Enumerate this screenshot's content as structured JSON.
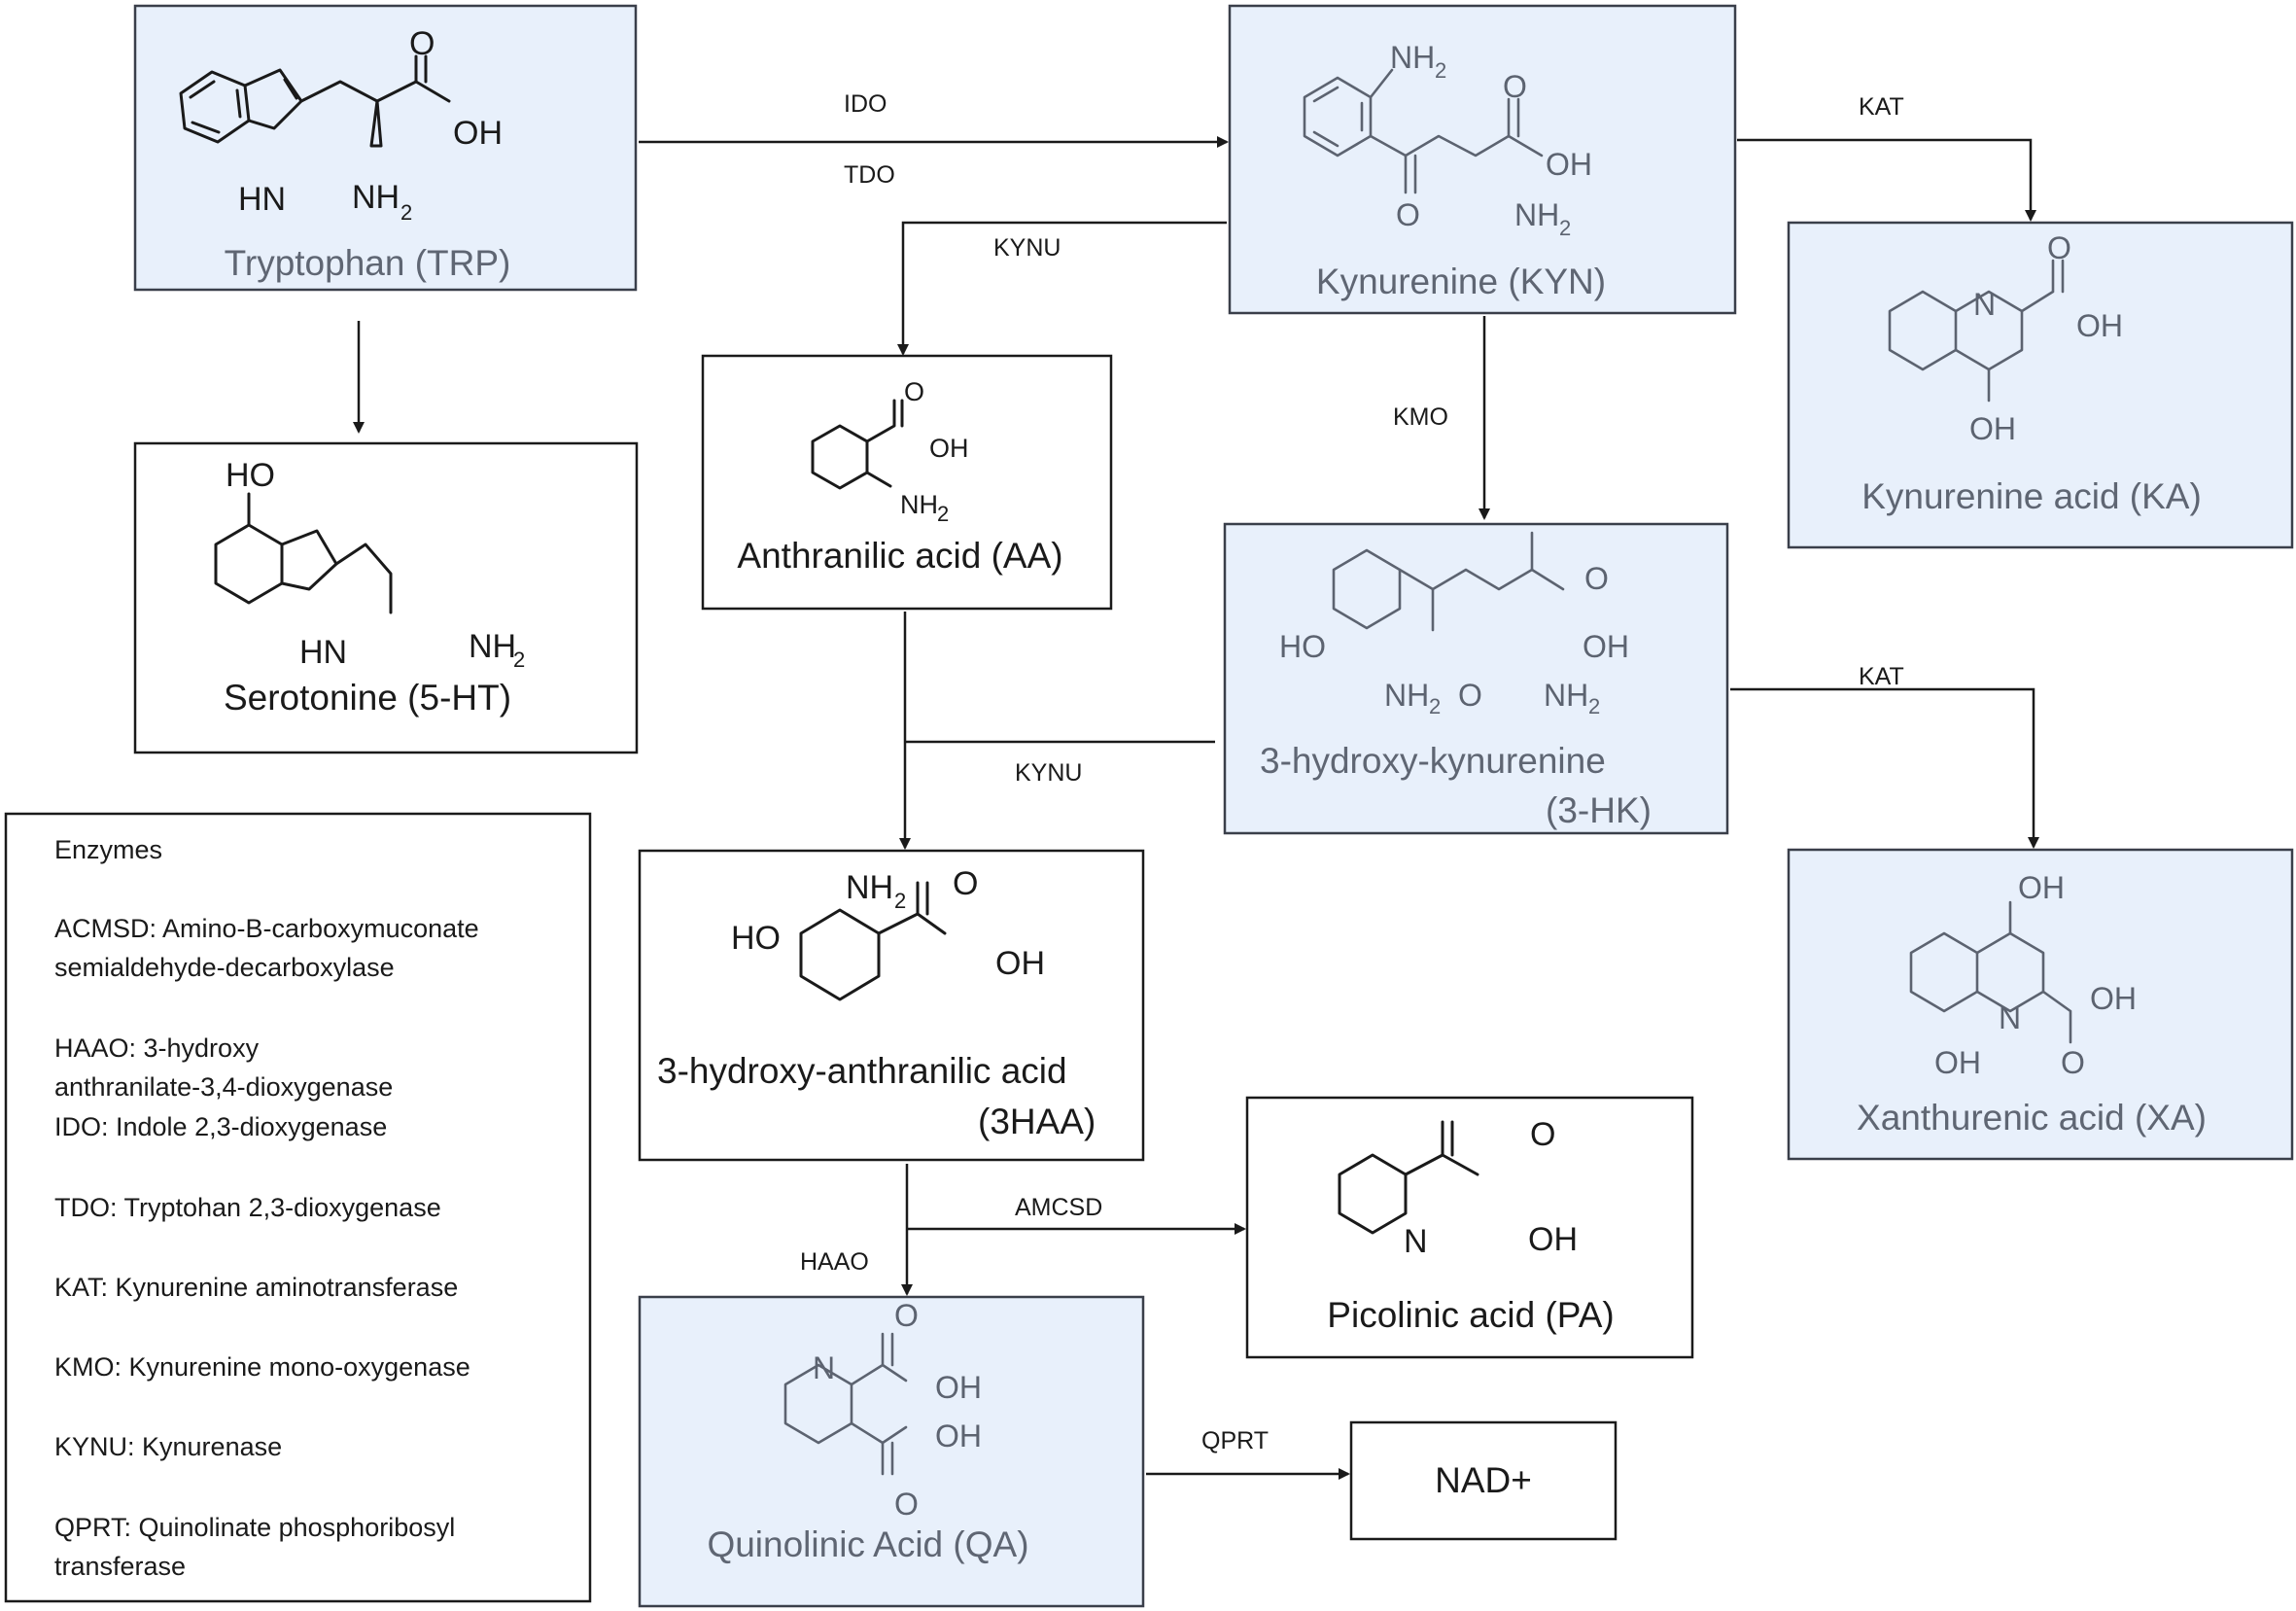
{
  "nodes": {
    "trp": "Tryptophan (TRP)",
    "kyn": "Kynurenine (KYN)",
    "ka": "Kynurenine acid (KA)",
    "serotonin": "Serotonine (5-HT)",
    "aa": "Anthranilic acid (AA)",
    "hk_line1": "3-hydroxy-kynurenine",
    "hk_line2": "(3-HK)",
    "haa_line1": "3-hydroxy-anthranilic acid",
    "haa_line2": "(3HAA)",
    "xa": "Xanthurenic acid (XA)",
    "pa": "Picolinic acid (PA)",
    "qa": "Quinolinic Acid (QA)",
    "nad": "NAD+"
  },
  "enzymes": {
    "ido": "IDO",
    "tdo": "TDO",
    "kat_top": "KAT",
    "kynu_top": "KYNU",
    "kmo": "KMO",
    "kat_mid": "KAT",
    "kynu_mid": "KYNU",
    "amcsd": "AMCSD",
    "haao": "HAAO",
    "qprt": "QPRT"
  },
  "atoms": {
    "o": "O",
    "oh": "OH",
    "ho": "HO",
    "hn": "HN",
    "n": "N",
    "nh": "NH",
    "sub2": "2"
  },
  "legend": {
    "title": "Enzymes",
    "lines": [
      "ACMSD: Amino-B-carboxymuconate",
      "semialdehyde-decarboxylase",
      "HAAO: 3-hydroxy",
      "anthranilate-3,4-dioxygenase",
      "IDO: Indole 2,3-dioxygenase",
      "TDO: Tryptohan 2,3-dioxygenase",
      "KAT: Kynurenine aminotransferase",
      "KMO: Kynurenine mono-oxygenase",
      "KYNU: Kynurenase",
      "QPRT: Quinolinate phosphoribosyl",
      "transferase"
    ]
  },
  "colors": {
    "box_blue": "#e8f0fb",
    "text_grey": "#5f6673",
    "line": "#1a1a1a"
  }
}
